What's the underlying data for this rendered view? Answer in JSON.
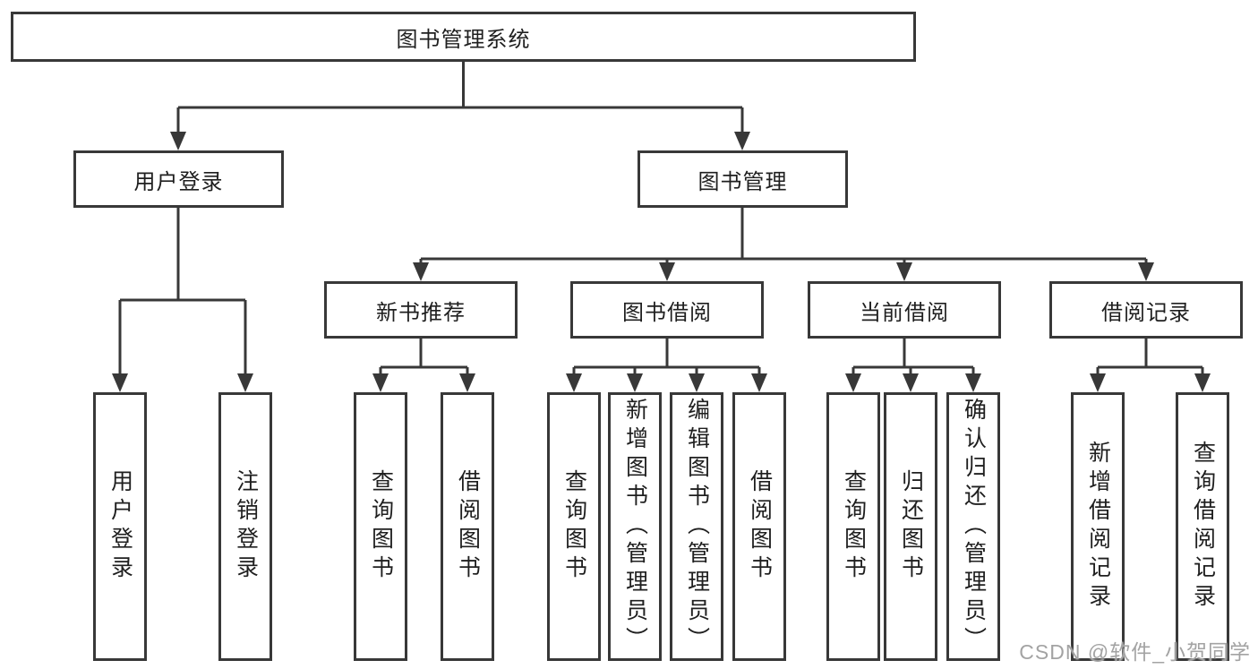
{
  "diagram": {
    "type": "hierarchy-tree",
    "title": "图书管理系统",
    "watermark": "CSDN @软件_小贺同学",
    "colors": {
      "line": "#383838",
      "box_border": "#383838",
      "box_background": "#ffffff",
      "text": "#1f1f1f",
      "watermark_text": "#a3a3a3"
    },
    "tree": {
      "label": "图书管理系统",
      "children": [
        {
          "label": "用户登录",
          "children": [
            {
              "label": "用户登录"
            },
            {
              "label": "注销登录"
            }
          ]
        },
        {
          "label": "图书管理",
          "children": [
            {
              "label": "新书推荐",
              "children": [
                {
                  "label": "查询图书"
                },
                {
                  "label": "借阅图书"
                }
              ]
            },
            {
              "label": "图书借阅",
              "children": [
                {
                  "label": "查询图书"
                },
                {
                  "label": "新增图书（管理员）"
                },
                {
                  "label": "编辑图书（管理员）"
                },
                {
                  "label": "借阅图书"
                }
              ]
            },
            {
              "label": "当前借阅",
              "children": [
                {
                  "label": "查询图书"
                },
                {
                  "label": "归还图书"
                },
                {
                  "label": "确认归还（管理员）"
                }
              ]
            },
            {
              "label": "借阅记录",
              "children": [
                {
                  "label": "新增借阅记录"
                },
                {
                  "label": "查询借阅记录"
                }
              ]
            }
          ]
        }
      ]
    }
  }
}
